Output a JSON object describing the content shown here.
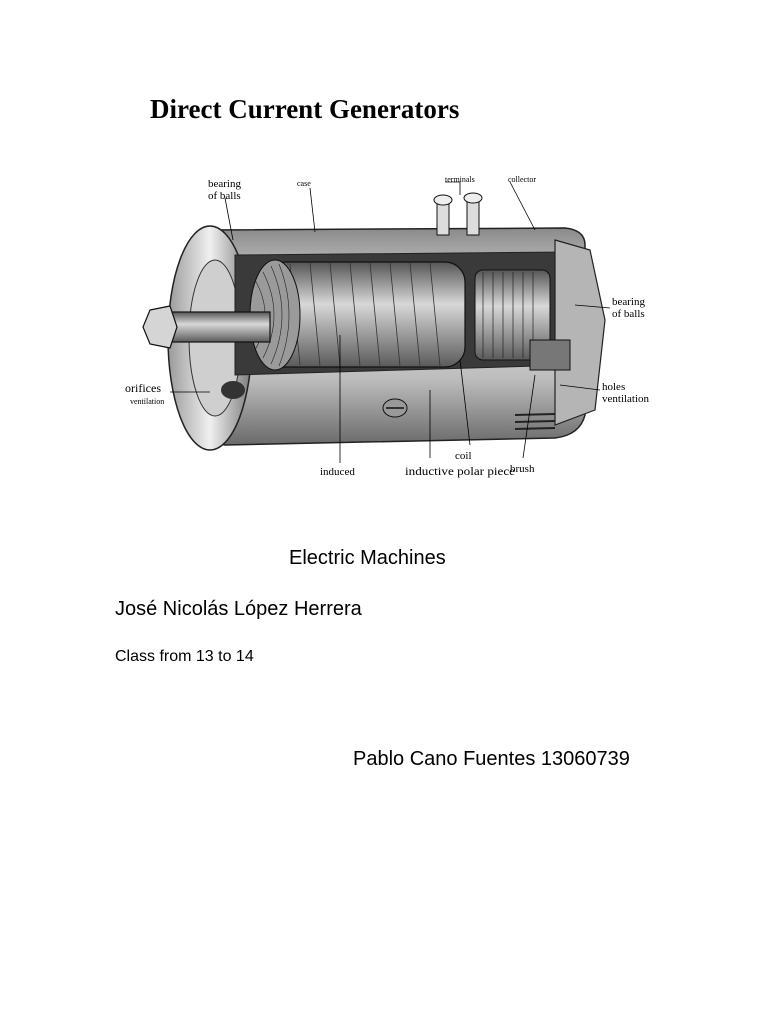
{
  "document": {
    "title": "Direct Current Generators",
    "subject": "Electric Machines",
    "teacher": "José Nicolás López Herrera",
    "class_time": "Class from 13 to 14",
    "student": "Pablo Cano Fuentes 13060739"
  },
  "figure": {
    "labels": {
      "bearing_left_1": "bearing",
      "bearing_left_2": "of balls",
      "case": "case",
      "terminals": "terminals",
      "collector": "collector",
      "bearing_right_1": "bearing",
      "bearing_right_2": "of balls",
      "orifices_1": "orifices",
      "orifices_2": "ventilation",
      "holes_1": "holes",
      "holes_2": "ventilation",
      "coil": "coil",
      "induced": "induced",
      "inductive": "inductive polar piece",
      "brush": "brush"
    }
  }
}
